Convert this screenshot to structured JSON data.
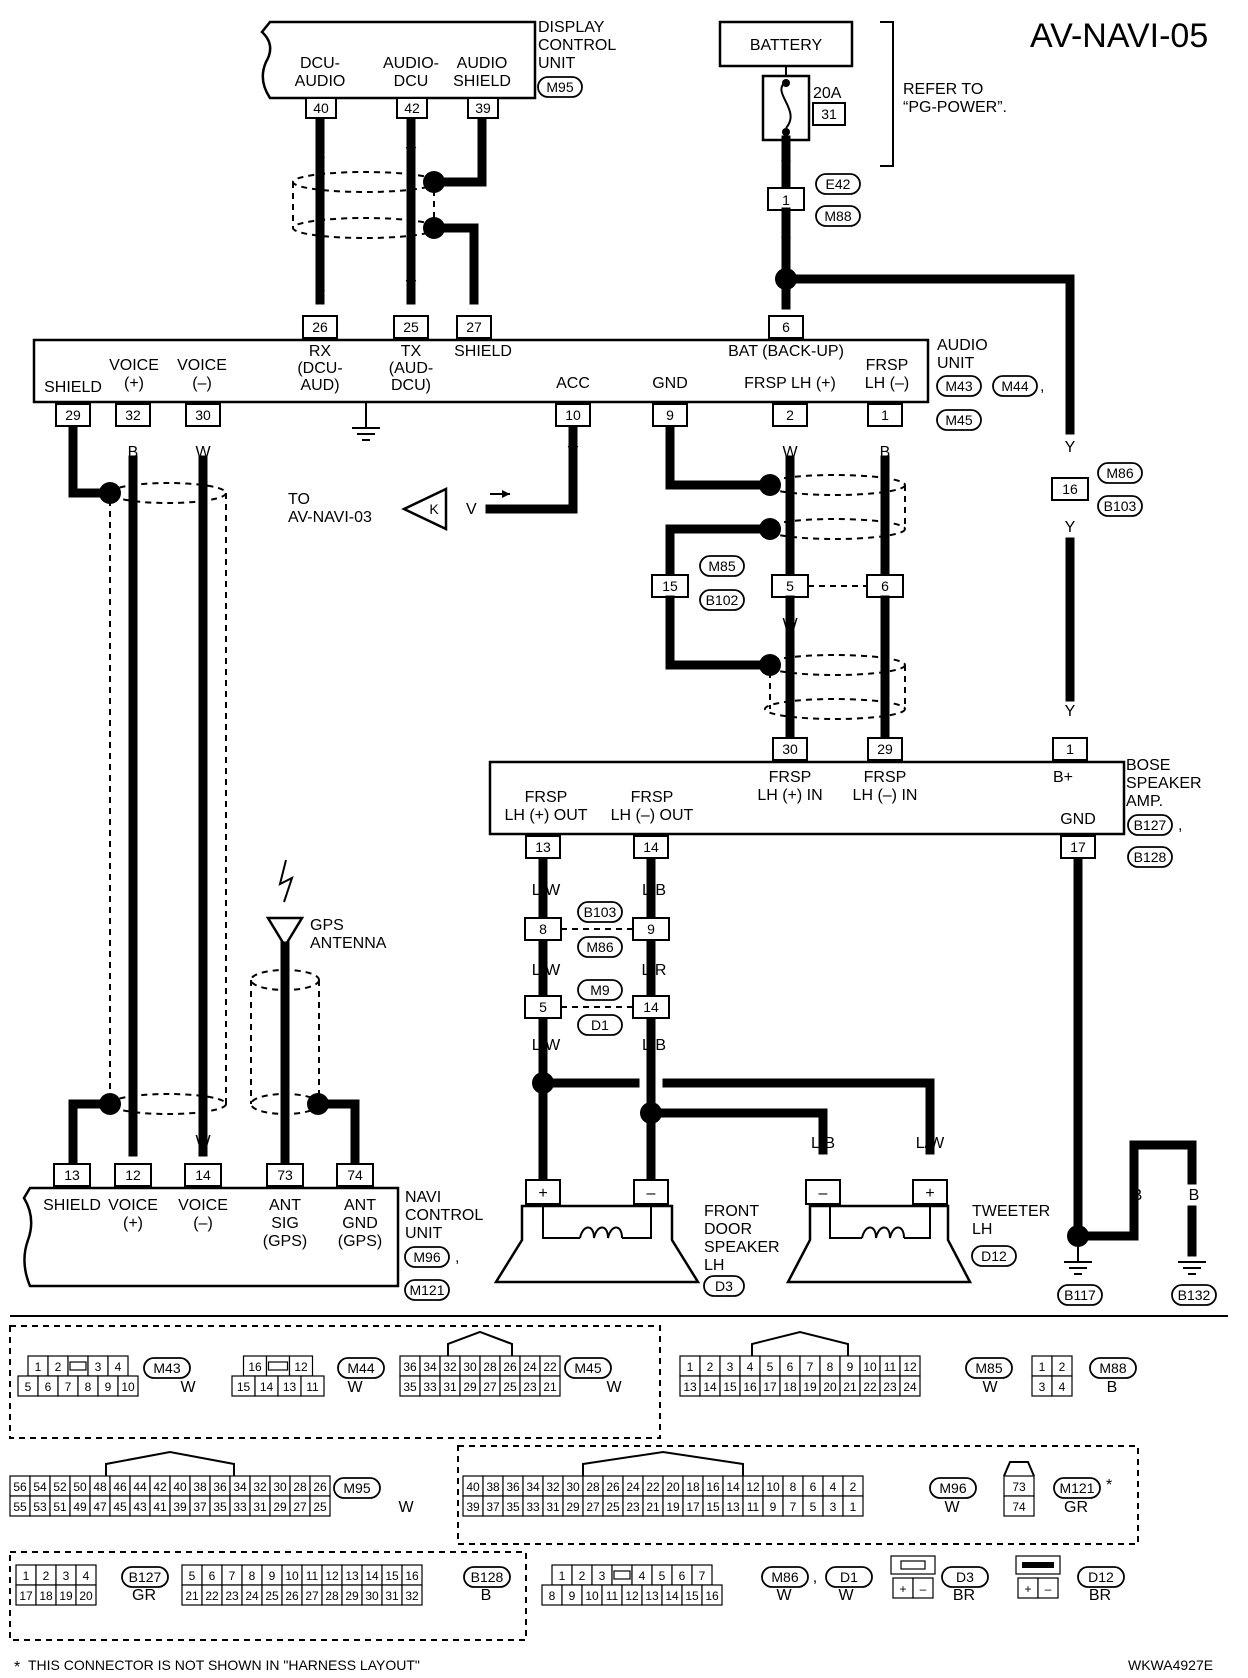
{
  "page_id": "AV-NAVI-05",
  "figure_code": "WKWA4927E",
  "footnote": "THIS CONNECTOR IS NOT SHOWN IN \"HARNESS LAYOUT\"",
  "asterisk": "*",
  "display_unit": {
    "title_lines": [
      "DISPLAY",
      "CONTROL",
      "UNIT"
    ],
    "connector": "M95",
    "terminals": [
      {
        "pin": "40",
        "label_lines": [
          "DCU-",
          "AUDIO"
        ]
      },
      {
        "pin": "42",
        "label_lines": [
          "AUDIO-",
          "DCU"
        ]
      },
      {
        "pin": "39",
        "label_lines": [
          "AUDIO",
          "SHIELD"
        ]
      }
    ]
  },
  "battery": {
    "label": "BATTERY",
    "fuse_amp": "20A",
    "fuse_no": "31",
    "refer_lines": [
      "REFER TO",
      "“PG-POWER”."
    ]
  },
  "connectors_top": {
    "e42": "E42",
    "m88": "M88",
    "pin1": "1"
  },
  "audio_unit": {
    "title_lines": [
      "AUDIO",
      "UNIT"
    ],
    "connectors": [
      "M43",
      "M44",
      "M45"
    ],
    "top_terminals": [
      {
        "pin": "26",
        "label_lines": [
          "RX",
          "(DCU-",
          "AUD)"
        ]
      },
      {
        "pin": "25",
        "label_lines": [
          "TX",
          "(AUD-",
          "DCU)"
        ]
      },
      {
        "pin": "27",
        "label_lines": [
          "SHIELD"
        ]
      },
      {
        "pin": "6",
        "label_lines": [
          "BAT (BACK-UP)"
        ]
      }
    ],
    "bottom_terminals": [
      {
        "pin": "29",
        "label_lines": [
          "SHIELD"
        ]
      },
      {
        "pin": "32",
        "label_lines": [
          "VOICE",
          "(+)"
        ]
      },
      {
        "pin": "30",
        "label_lines": [
          "VOICE",
          "(–)"
        ]
      },
      {
        "pin": "10",
        "label_lines": [
          "ACC"
        ]
      },
      {
        "pin": "9",
        "label_lines": [
          "GND"
        ]
      },
      {
        "pin": "2",
        "label_lines": [
          "FRSP LH (+)"
        ]
      },
      {
        "pin": "1",
        "label_lines": [
          "FRSP",
          "LH (–)"
        ]
      }
    ]
  },
  "wire_colors": {
    "r": "R",
    "v": "V",
    "y": "Y",
    "b": "B",
    "w": "W",
    "lw": "L/W",
    "lb": "L/B",
    "lr": "L/R"
  },
  "to_navi03": {
    "lines": [
      "TO",
      "AV-NAVI-03"
    ],
    "flag": "K"
  },
  "mid_connectors": {
    "m85": "M85",
    "b102": "B102",
    "pin15": "15",
    "pin5": "5",
    "pin6": "6",
    "m86": "M86",
    "b103": "B103",
    "pin16": "16"
  },
  "bose_amp": {
    "title_lines": [
      "BOSE",
      "SPEAKER",
      "AMP."
    ],
    "connectors": [
      "B127",
      "B128"
    ],
    "top_terminals": [
      {
        "pin": "30",
        "label_lines": [
          "FRSP",
          "LH (+) IN"
        ]
      },
      {
        "pin": "29",
        "label_lines": [
          "FRSP",
          "LH (–) IN"
        ]
      },
      {
        "pin": "1",
        "label_lines": [
          "B+"
        ]
      }
    ],
    "bottom_terminals": [
      {
        "pin": "13",
        "label_lines": [
          "FRSP",
          "LH (+) OUT"
        ]
      },
      {
        "pin": "14",
        "label_lines": [
          "FRSP",
          "LH (–) OUT"
        ]
      },
      {
        "pin": "17",
        "label_lines": [
          "GND"
        ]
      }
    ]
  },
  "door_connectors": {
    "b103": "B103",
    "m86": "M86",
    "m9": "M9",
    "d1": "D1",
    "pin8": "8",
    "pin9": "9",
    "pin5": "5",
    "pin14": "14"
  },
  "gps_antenna": {
    "lines": [
      "GPS",
      "ANTENNA"
    ]
  },
  "navi_unit": {
    "title_lines": [
      "NAVI",
      "CONTROL",
      "UNIT"
    ],
    "connectors": [
      "M96",
      "M121"
    ],
    "terminals": [
      {
        "pin": "13",
        "label_lines": [
          "SHIELD"
        ]
      },
      {
        "pin": "12",
        "label_lines": [
          "VOICE",
          "(+)"
        ]
      },
      {
        "pin": "14",
        "label_lines": [
          "VOICE",
          "(–)"
        ]
      },
      {
        "pin": "73",
        "label_lines": [
          "ANT",
          "SIG",
          "(GPS)"
        ]
      },
      {
        "pin": "74",
        "label_lines": [
          "ANT",
          "GND",
          "(GPS)"
        ]
      }
    ]
  },
  "front_speaker": {
    "title_lines": [
      "FRONT",
      "DOOR",
      "SPEAKER",
      "LH"
    ],
    "connector": "D3",
    "plus": "+",
    "minus": "–"
  },
  "tweeter": {
    "title_lines": [
      "TWEETER",
      "LH"
    ],
    "connector": "D12",
    "plus": "+",
    "minus": "–"
  },
  "grounds": [
    "B117",
    "B132"
  ],
  "connector_faces": [
    {
      "id": "M43",
      "color": "W",
      "rows": [
        [
          "1",
          "2",
          "",
          "3",
          "4"
        ],
        [
          "5",
          "6",
          "7",
          "8",
          "9",
          "10"
        ]
      ]
    },
    {
      "id": "M44",
      "color": "W",
      "rows": [
        [
          "16",
          "",
          "12"
        ],
        [
          "15",
          "14",
          "13",
          "11"
        ]
      ]
    },
    {
      "id": "M45",
      "color": "W",
      "rows": [
        [
          "36",
          "34",
          "32",
          "30",
          "28",
          "26",
          "24",
          "22"
        ],
        [
          "35",
          "33",
          "31",
          "29",
          "27",
          "25",
          "23",
          "21"
        ]
      ]
    },
    {
      "id": "M85",
      "color": "W",
      "rows": [
        [
          "1",
          "2",
          "3",
          "4",
          "5",
          "6",
          "7",
          "8",
          "9",
          "10",
          "11",
          "12"
        ],
        [
          "13",
          "14",
          "15",
          "16",
          "17",
          "18",
          "19",
          "20",
          "21",
          "22",
          "23",
          "24"
        ]
      ]
    },
    {
      "id": "M88",
      "color": "B",
      "rows": [
        [
          "1",
          "2"
        ],
        [
          "3",
          "4"
        ]
      ]
    },
    {
      "id": "M95",
      "color": "W",
      "rows": [
        [
          "56",
          "54",
          "52",
          "50",
          "48",
          "46",
          "44",
          "42",
          "40",
          "38",
          "36",
          "34",
          "32",
          "30",
          "28",
          "26"
        ],
        [
          "55",
          "53",
          "51",
          "49",
          "47",
          "45",
          "43",
          "41",
          "39",
          "37",
          "35",
          "33",
          "31",
          "29",
          "27",
          "25"
        ]
      ]
    },
    {
      "id": "M96",
      "color": "W",
      "rows": [
        [
          "40",
          "38",
          "36",
          "34",
          "32",
          "30",
          "28",
          "26",
          "24",
          "22",
          "20",
          "18",
          "16",
          "14",
          "12",
          "10",
          "8",
          "6",
          "4",
          "2"
        ],
        [
          "39",
          "37",
          "35",
          "33",
          "31",
          "29",
          "27",
          "25",
          "23",
          "21",
          "19",
          "17",
          "15",
          "13",
          "11",
          "9",
          "7",
          "5",
          "3",
          "1"
        ]
      ]
    },
    {
      "id": "M121",
      "color": "GR",
      "rows": [
        [
          "73"
        ],
        [
          "74"
        ]
      ]
    },
    {
      "id": "B127",
      "color": "GR",
      "rows": [
        [
          "1",
          "2",
          "3",
          "4"
        ],
        [
          "17",
          "18",
          "19",
          "20"
        ]
      ]
    },
    {
      "id": "B128",
      "color": "B",
      "rows": [
        [
          "5",
          "6",
          "7",
          "8",
          "9",
          "10",
          "11",
          "12",
          "13",
          "14",
          "15",
          "16"
        ],
        [
          "21",
          "22",
          "23",
          "24",
          "25",
          "26",
          "27",
          "28",
          "29",
          "30",
          "31",
          "32"
        ]
      ]
    },
    {
      "id": "M86",
      "color": "W",
      "rows": [
        [
          "1",
          "2",
          "3",
          "",
          "4",
          "5",
          "6",
          "7"
        ],
        [
          "8",
          "9",
          "10",
          "11",
          "12",
          "13",
          "14",
          "15",
          "16"
        ]
      ]
    },
    {
      "id": "D1",
      "color": "W"
    },
    {
      "id": "D3",
      "color": "BR",
      "rows": [
        [
          "+",
          "–"
        ]
      ]
    },
    {
      "id": "D12",
      "color": "BR",
      "rows": [
        [
          "+",
          "–"
        ]
      ]
    }
  ]
}
